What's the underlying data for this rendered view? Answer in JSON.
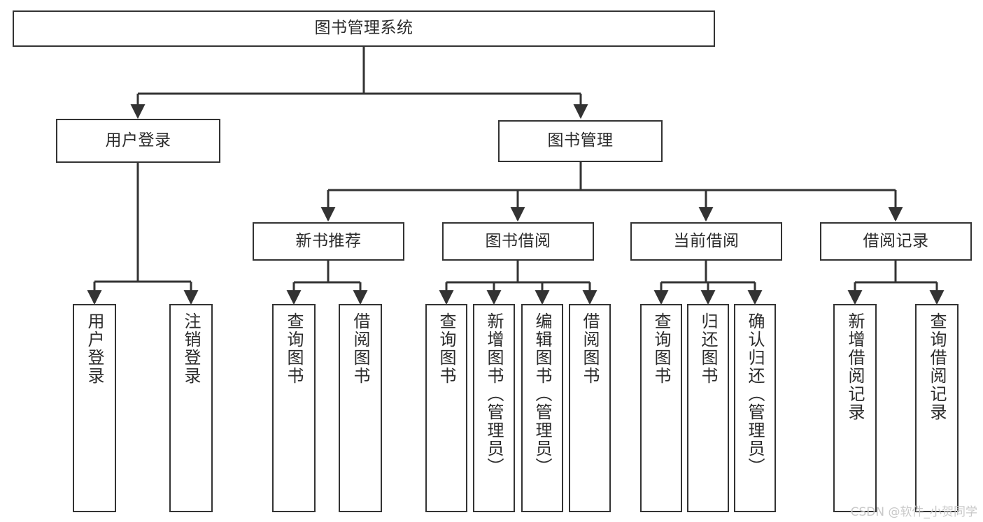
{
  "diagram": {
    "type": "tree",
    "title": "图书管理系统",
    "watermark": "CSDN @软件_小贺同学",
    "colors": {
      "box_border": "#333333",
      "box_fill": "#ffffff",
      "edge": "#333333",
      "text": "#2b2b2b",
      "watermark": "#c9c9c9",
      "background": "#ffffff"
    },
    "nodes": {
      "root": {
        "label": "图书管理系统"
      },
      "level2": [
        {
          "label": "用户登录"
        },
        {
          "label": "图书管理"
        }
      ],
      "level3": [
        {
          "label": "新书推荐"
        },
        {
          "label": "图书借阅"
        },
        {
          "label": "当前借阅"
        },
        {
          "label": "借阅记录"
        }
      ],
      "leaves": {
        "user_login": [
          {
            "label": "用户登录"
          },
          {
            "label": "注销登录"
          }
        ],
        "new_book_recommend": [
          {
            "label": "查询图书"
          },
          {
            "label": "借阅图书"
          }
        ],
        "book_borrow": [
          {
            "label": "查询图书"
          },
          {
            "label": "新增图书（管理员）"
          },
          {
            "label": "编辑图书（管理员）"
          },
          {
            "label": "借阅图书"
          }
        ],
        "current_borrow": [
          {
            "label": "查询图书"
          },
          {
            "label": "归还图书"
          },
          {
            "label": "确认归还（管理员）"
          }
        ],
        "borrow_records": [
          {
            "label": "新增借阅记录"
          },
          {
            "label": "查询借阅记录"
          }
        ]
      }
    }
  }
}
